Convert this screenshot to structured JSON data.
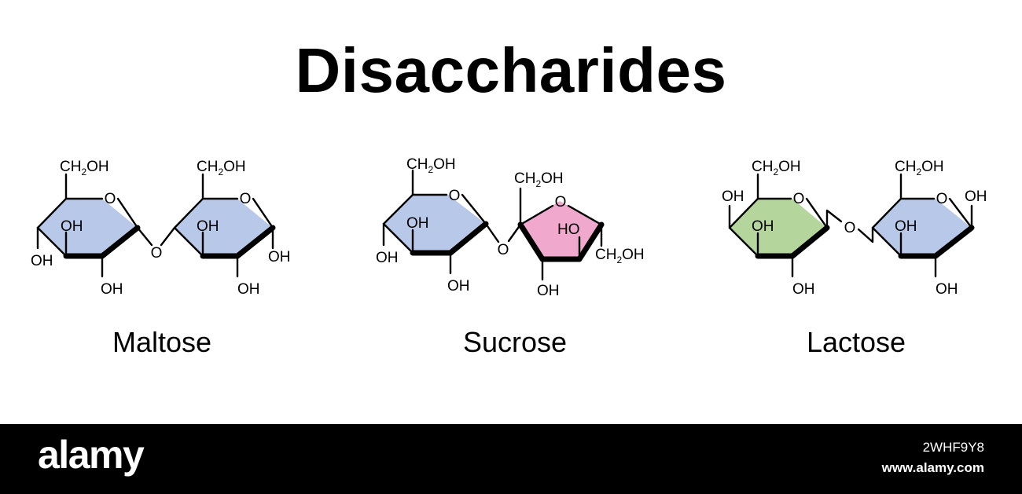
{
  "title": "Disaccharides",
  "molecules": [
    {
      "name": "Maltose",
      "rings": [
        "pyranose",
        "pyranose"
      ],
      "ring_colors": [
        "#b8c8e8",
        "#b8c8e8"
      ]
    },
    {
      "name": "Sucrose",
      "rings": [
        "pyranose",
        "furanose"
      ],
      "ring_colors": [
        "#b8c8e8",
        "#f0a8cc"
      ]
    },
    {
      "name": "Lactose",
      "rings": [
        "pyranose",
        "pyranose"
      ],
      "ring_colors": [
        "#b4d69c",
        "#b8c8e8"
      ]
    }
  ],
  "atoms": {
    "hydroxyl": "OH",
    "hydroxyl_left": "HO",
    "ring_oxygen": "O",
    "ch2_prefix": "CH",
    "ch2_subscript": "2",
    "ch2_suffix": "OH"
  },
  "footer": {
    "brand": "alamy",
    "image_id": "2WHF9Y8",
    "url": "www.alamy.com"
  }
}
